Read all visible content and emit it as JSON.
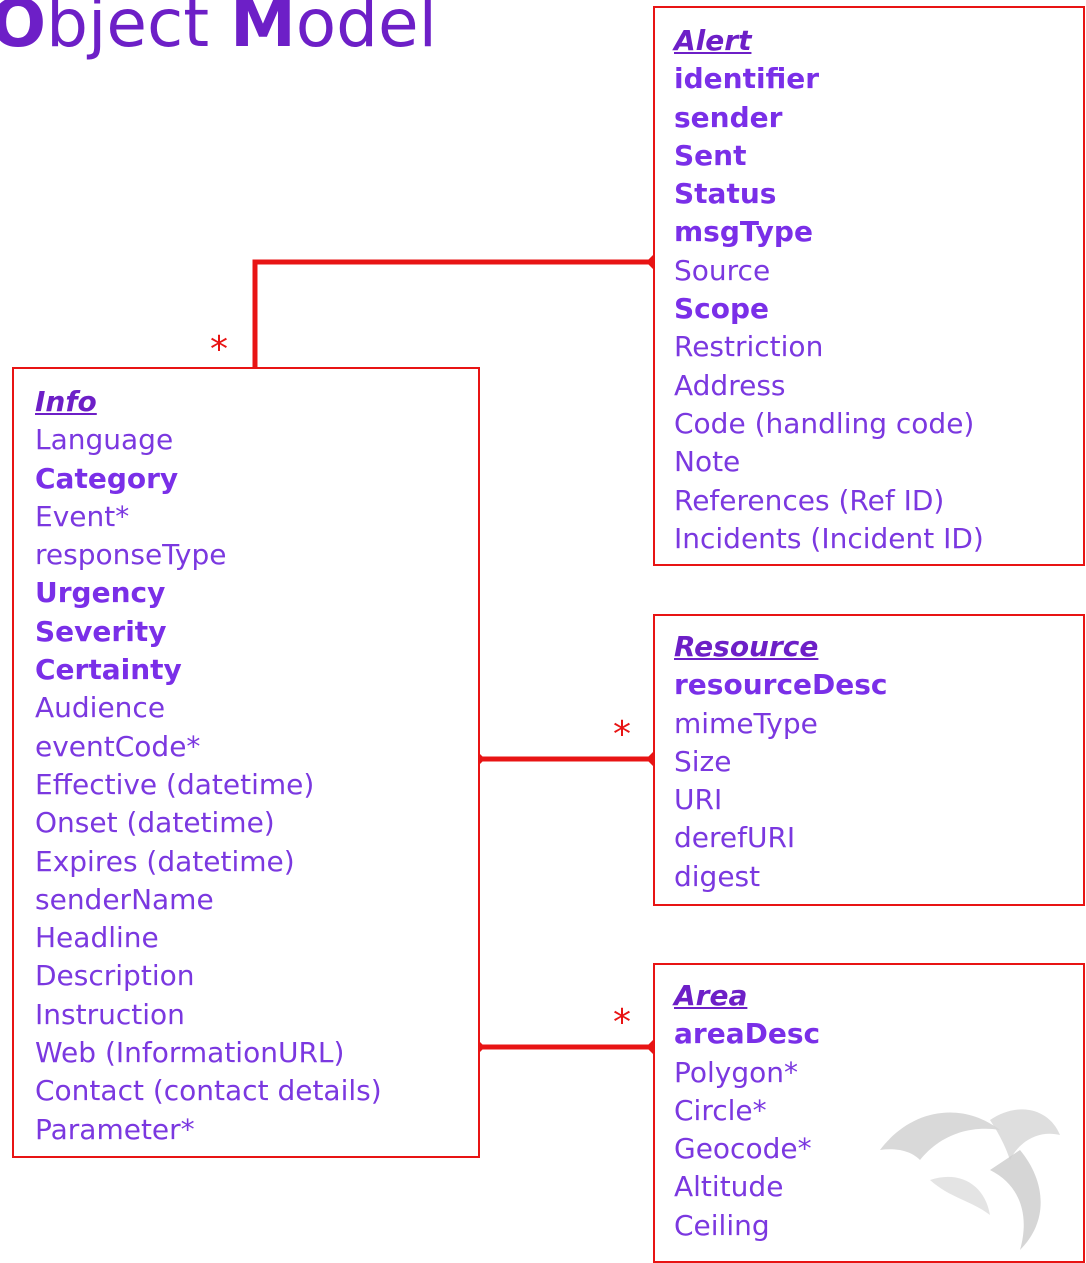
{
  "title": {
    "first_letter": "O",
    "first_rest": "bject ",
    "second_letter": "M",
    "second_rest": "odel"
  },
  "alert": {
    "heading": "Alert",
    "fields": [
      {
        "label": "identifier",
        "bold": true
      },
      {
        "label": "sender",
        "bold": true
      },
      {
        "label": "Sent",
        "bold": true
      },
      {
        "label": "Status",
        "bold": true
      },
      {
        "label": "msgType",
        "bold": true
      },
      {
        "label": "Source",
        "bold": false
      },
      {
        "label": "Scope",
        "bold": true
      },
      {
        "label": "Restriction",
        "bold": false
      },
      {
        "label": "Address",
        "bold": false
      },
      {
        "label": "Code (handling code)",
        "bold": false
      },
      {
        "label": "Note",
        "bold": false
      },
      {
        "label": "References (Ref ID)",
        "bold": false
      },
      {
        "label": "Incidents (Incident ID)",
        "bold": false
      }
    ]
  },
  "info": {
    "heading": "Info",
    "fields": [
      {
        "label": "Language",
        "bold": false
      },
      {
        "label": "Category",
        "bold": true
      },
      {
        "label": "Event*",
        "bold": false
      },
      {
        "label": "responseType",
        "bold": false
      },
      {
        "label": "Urgency",
        "bold": true
      },
      {
        "label": "Severity",
        "bold": true
      },
      {
        "label": "Certainty",
        "bold": true
      },
      {
        "label": "Audience",
        "bold": false
      },
      {
        "label": "eventCode*",
        "bold": false
      },
      {
        "label": "Effective (datetime)",
        "bold": false
      },
      {
        "label": "Onset (datetime)",
        "bold": false
      },
      {
        "label": "Expires (datetime)",
        "bold": false
      },
      {
        "label": "senderName",
        "bold": false
      },
      {
        "label": "Headline",
        "bold": false
      },
      {
        "label": "Description",
        "bold": false
      },
      {
        "label": "Instruction",
        "bold": false
      },
      {
        "label": "Web (InformationURL)",
        "bold": false
      },
      {
        "label": "Contact (contact details)",
        "bold": false
      },
      {
        "label": "Parameter*",
        "bold": false
      }
    ]
  },
  "resource": {
    "heading": "Resource",
    "fields": [
      {
        "label": "resourceDesc",
        "bold": true
      },
      {
        "label": "mimeType",
        "bold": false
      },
      {
        "label": "Size",
        "bold": false
      },
      {
        "label": "URI",
        "bold": false
      },
      {
        "label": "derefURI",
        "bold": false
      },
      {
        "label": "digest",
        "bold": false
      }
    ]
  },
  "area": {
    "heading": "Area",
    "fields": [
      {
        "label": "areaDesc",
        "bold": true
      },
      {
        "label": "Polygon*",
        "bold": false
      },
      {
        "label": "Circle*",
        "bold": false
      },
      {
        "label": "Geocode*",
        "bold": false
      },
      {
        "label": "Altitude",
        "bold": false
      },
      {
        "label": "Ceiling",
        "bold": false
      }
    ]
  },
  "multiplicity": {
    "info": "*",
    "resource": "*",
    "area": "*"
  },
  "colors": {
    "line": "#e81414",
    "text": "#7b38e0",
    "title": "#6d1fc7"
  }
}
